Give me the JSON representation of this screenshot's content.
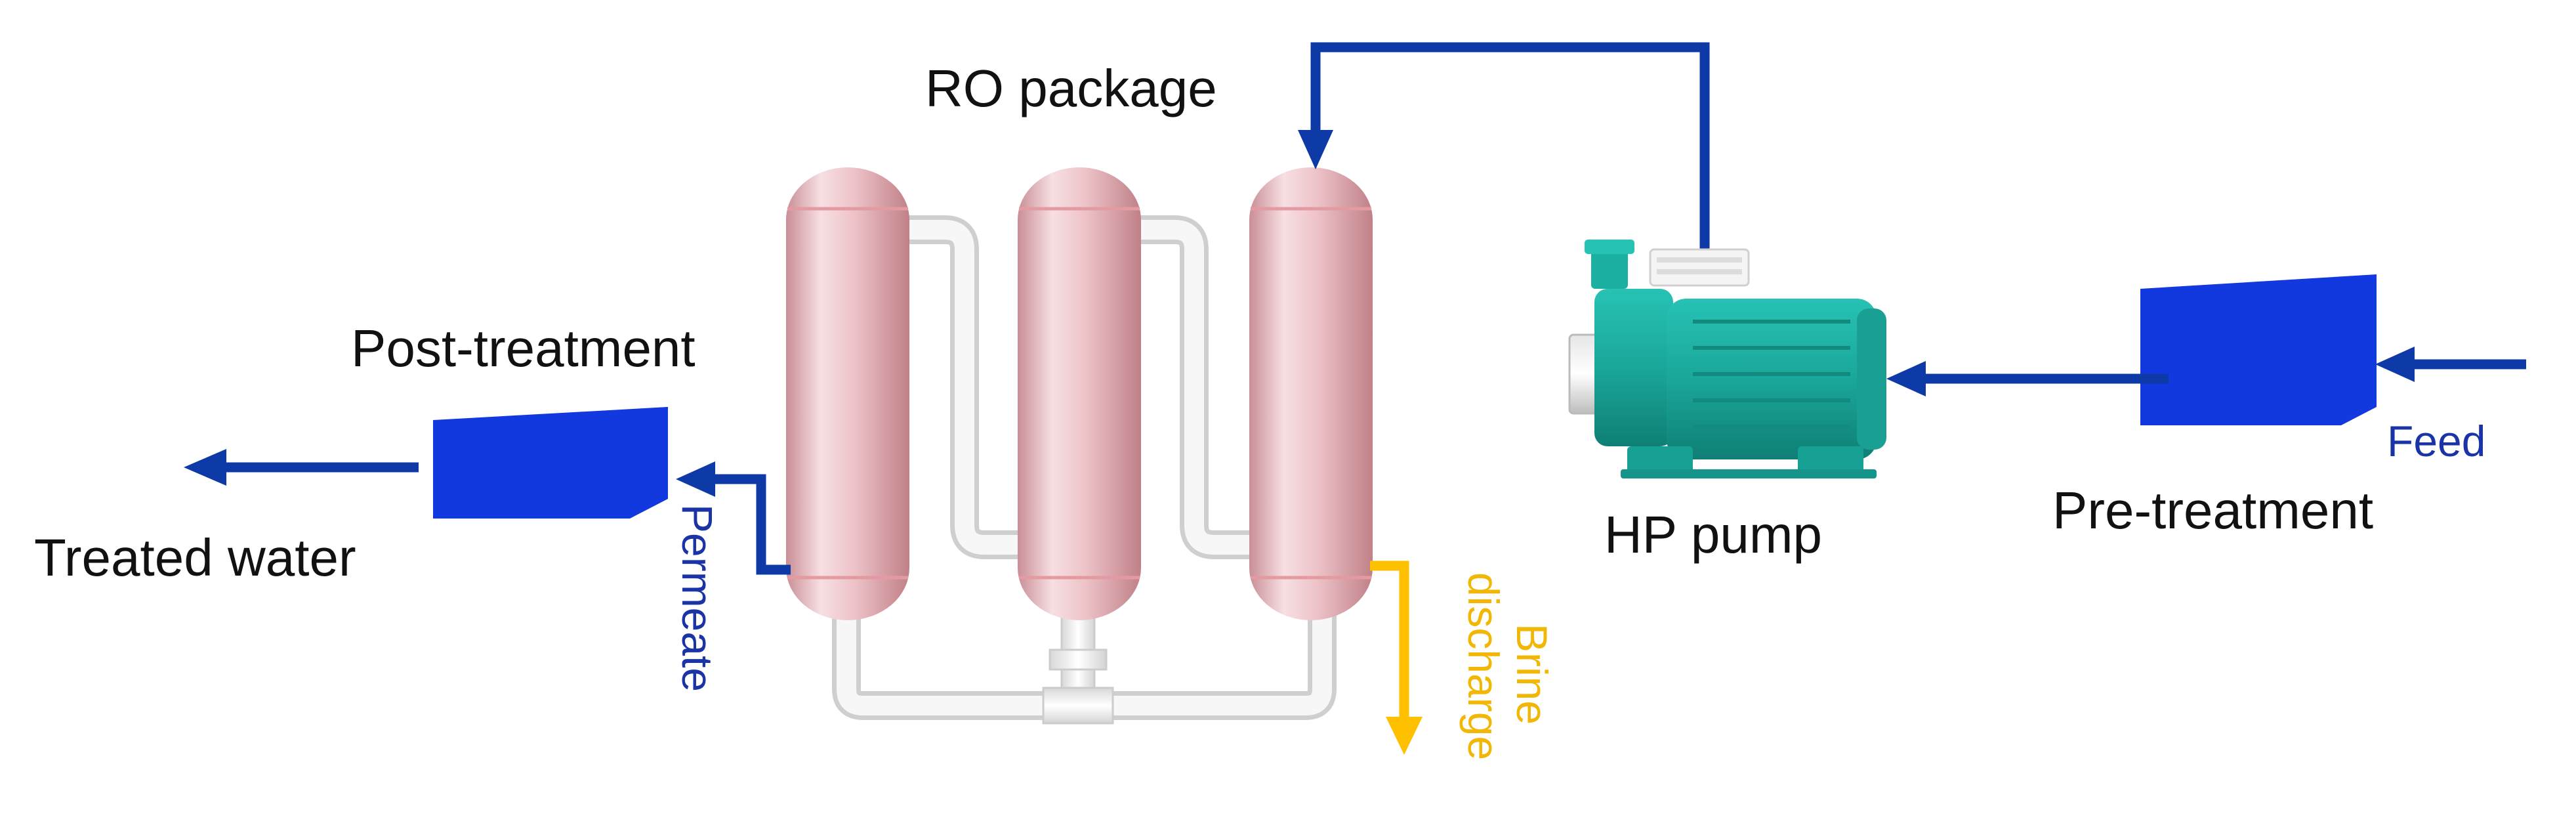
{
  "labels": {
    "ro_package": "RO package",
    "post_treatment": "Post-treatment",
    "treated_water": "Treated water",
    "permeate": "Permeate",
    "brine_line1": "Brine",
    "brine_line2": "discharge",
    "hp_pump": "HP pump",
    "pre_treatment": "Pre-treatment",
    "feed": "Feed"
  },
  "colors": {
    "flow_line": "#0d3aa6",
    "treatment_box": "#1238e0",
    "brine_line": "#ffc000",
    "vessel": "#ecc1c6",
    "vessel_band": "#e2a0a6",
    "pump_body": "#1aa79a",
    "pipe": "#f0f0f0"
  },
  "icons": {
    "pump": "centrifugal-pump-icon",
    "vessels": "pressure-vessel-icon",
    "treatment_units": "treatment-unit-icon"
  }
}
